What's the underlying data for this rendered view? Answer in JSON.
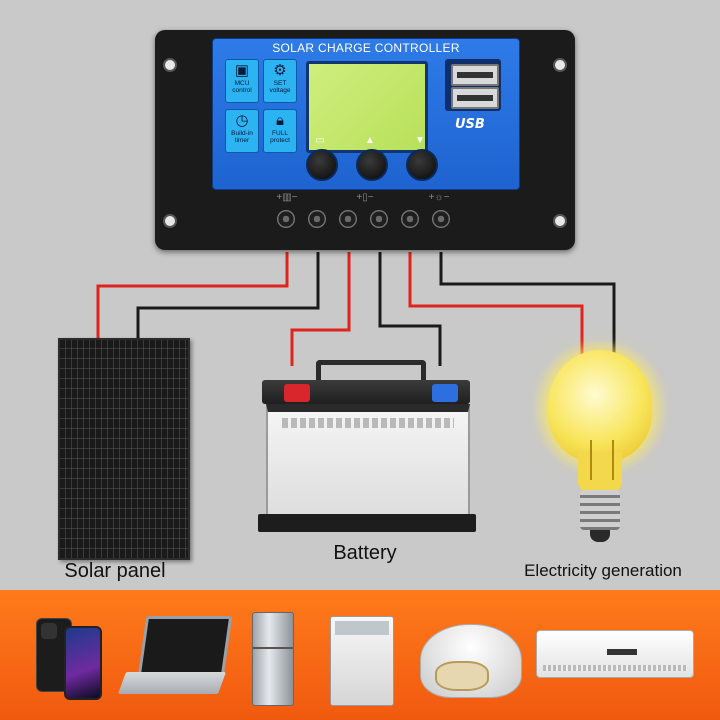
{
  "controller": {
    "title": "SOLAR CHARGE CONTROLLER",
    "buttons": [
      {
        "label": "MCU",
        "sub": "control",
        "icon": "chip-icon"
      },
      {
        "label": "SET",
        "sub": "voltage",
        "icon": "gear-icon"
      },
      {
        "label": "Build-in",
        "sub": "timer",
        "icon": "clock-icon"
      },
      {
        "label": "FULL",
        "sub": "protect",
        "icon": "lock-icon"
      }
    ],
    "usb_logo": "USB",
    "colors": {
      "faceplate": "#1e63d0",
      "lcd": "#c4e76a",
      "housing": "#1b1b1b"
    }
  },
  "labels": {
    "solar_panel": "Solar panel",
    "battery": "Battery",
    "electricity": "Electricity generation"
  },
  "wire_colors": {
    "positive": "#e0241c",
    "negative": "#1a1a1a"
  },
  "band_color": "#f26a14",
  "appliances": [
    "phone-icon",
    "laptop-icon",
    "fridge-icon",
    "washer-icon",
    "rice-cooker-icon",
    "air-conditioner-icon"
  ]
}
